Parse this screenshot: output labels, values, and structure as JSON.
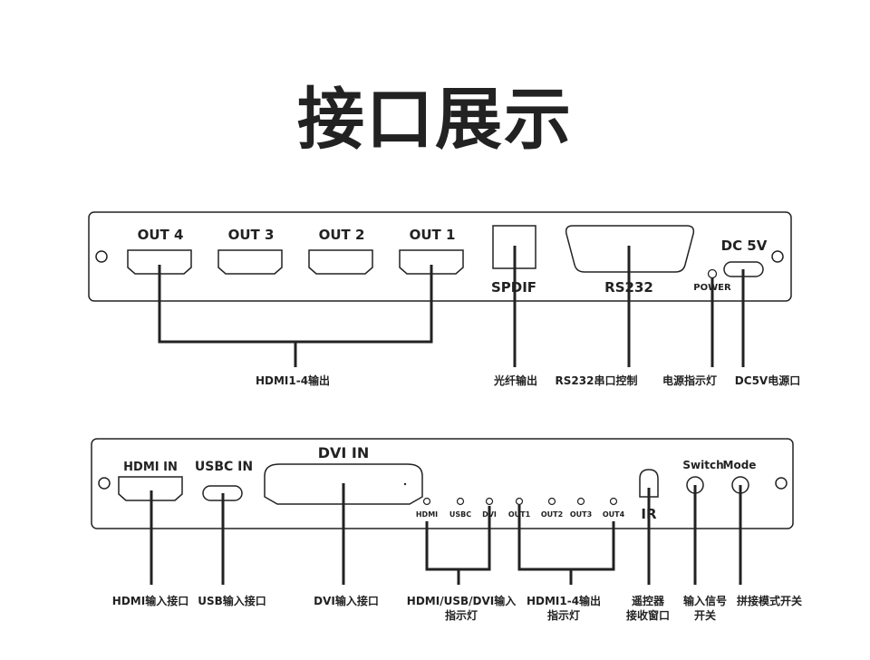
{
  "title": "接口展示",
  "panel1": {
    "ports": [
      "OUT 4",
      "OUT 3",
      "OUT 2",
      "OUT 1"
    ],
    "spdif": "SPDIF",
    "rs232": "RS232",
    "power": "POWER",
    "dc": "DC 5V",
    "captions": {
      "hdmi_out": "HDMI1-4输出",
      "optical": "光纤输出",
      "serial": "RS232串口控制",
      "power_led": "电源指示灯",
      "dc_in": "DC5V电源口"
    }
  },
  "panel2": {
    "hdmi_in": "HDMI IN",
    "usbc_in": "USBC IN",
    "dvi_in": "DVI IN",
    "led_labels_in": [
      "HDMI",
      "USBC",
      "DVI"
    ],
    "led_labels_out": [
      "OUT1",
      "OUT2",
      "OUT3",
      "OUT4"
    ],
    "ir": "IR",
    "switch": "Switch",
    "mode": "Mode",
    "captions": {
      "hdmi_in": "HDMI输入接口",
      "usb_in": "USB输入接口",
      "dvi_in": "DVI输入接口",
      "input_led_1": "HDMI/USB/DVI输入",
      "input_led_2": "指示灯",
      "output_led_1": "HDMI1-4输出",
      "output_led_2": "指示灯",
      "ir_1": "遥控器",
      "ir_2": "接收窗口",
      "switch_1": "输入信号",
      "switch_2": "开关",
      "mode": "拼接模式开关"
    }
  }
}
